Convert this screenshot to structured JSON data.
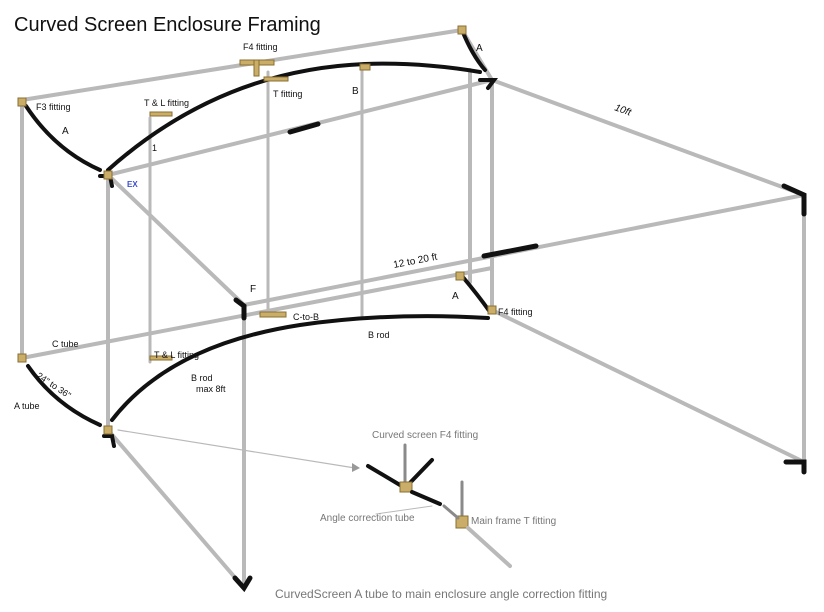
{
  "title": "Curved Screen Enclosure Framing",
  "labels": {
    "f4_fitting_top": "F4 fitting",
    "a_top_right": "A",
    "f3_fitting": "F3 fitting",
    "t_and_l_fitting_top": "T & L fitting",
    "t_fitting": "T fitting",
    "b_top": "B",
    "a_left": "A",
    "ten_ft": "10ft",
    "ex": "EX",
    "twelve_to_twenty": "12 to 20 ft",
    "f_marker": "F",
    "a_right": "A",
    "f4_fitting_right": "F4 fitting",
    "c_to_b": "C-to-B",
    "b_rod": "B rod",
    "c_tube": "C tube",
    "t_and_l_fitting_bottom": "T & L fitting",
    "b_rod_max": "B rod",
    "max_8ft": "max 8ft",
    "a_tube": "A tube",
    "span_24_36": "24\" to 36\"",
    "one": "1"
  },
  "detail": {
    "curved_screen_f4": "Curved screen F4 fitting",
    "angle_correction_tube": "Angle correction tube",
    "main_frame_t": "Main frame T fitting"
  },
  "caption": "CurvedScreen A tube to main enclosure angle correction fitting",
  "colors": {
    "rod": "#b9b9b9",
    "tube": "#111111",
    "fitting": "#c9ad68",
    "caption": "#777777",
    "ex": "#3a4fd0"
  }
}
